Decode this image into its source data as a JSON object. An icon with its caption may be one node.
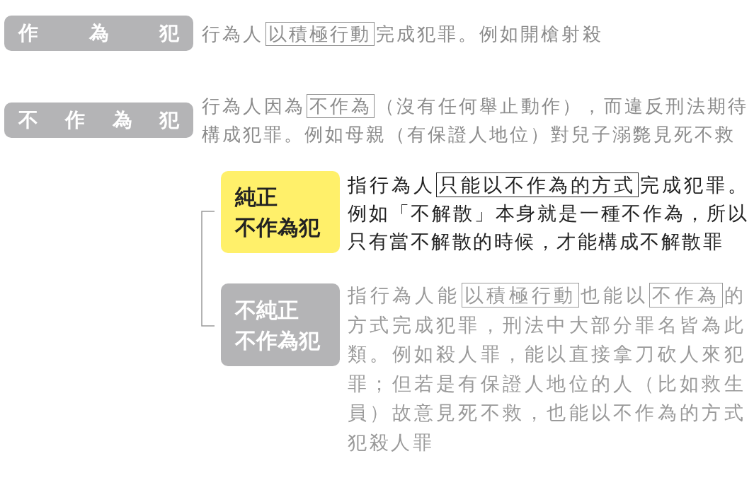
{
  "diagram": {
    "nodes": [
      {
        "text": [
          "作為犯"
        ],
        "beside": [
          "行為人**以積極行動**完成犯罪。例如開槍射殺"
        ]
      },
      {
        "text": [
          "不作為犯"
        ],
        "beside": [
          "行為人因為**不作為**（沒有任何舉止動作），而違反刑法期待構成犯罪。例如母親（有保證人地位）對兒子溺斃見死不救"
        ]
      },
      {
        "text": [
          "純正不作為犯"
        ],
        "beside": [
          "指行為人**只能以不作為的方式**完成犯罪。例如「不解散」本身就是一種不作為，所以只有當不解散的時候，才能構成不解散罪"
        ]
      },
      {
        "text": [
          "不純正不作為犯"
        ],
        "beside": [
          "指行為人能**以積極行動**也能以**不作為**的方式完成犯罪，刑法中大部分罪名皆為此類。例如殺人罪，能以直接拿刀砍人來犯罪；但若是有保證人地位的人（比如救生員）故意見死不救，也能以不作為的方式犯殺人罪"
        ]
      }
    ]
  }
}
